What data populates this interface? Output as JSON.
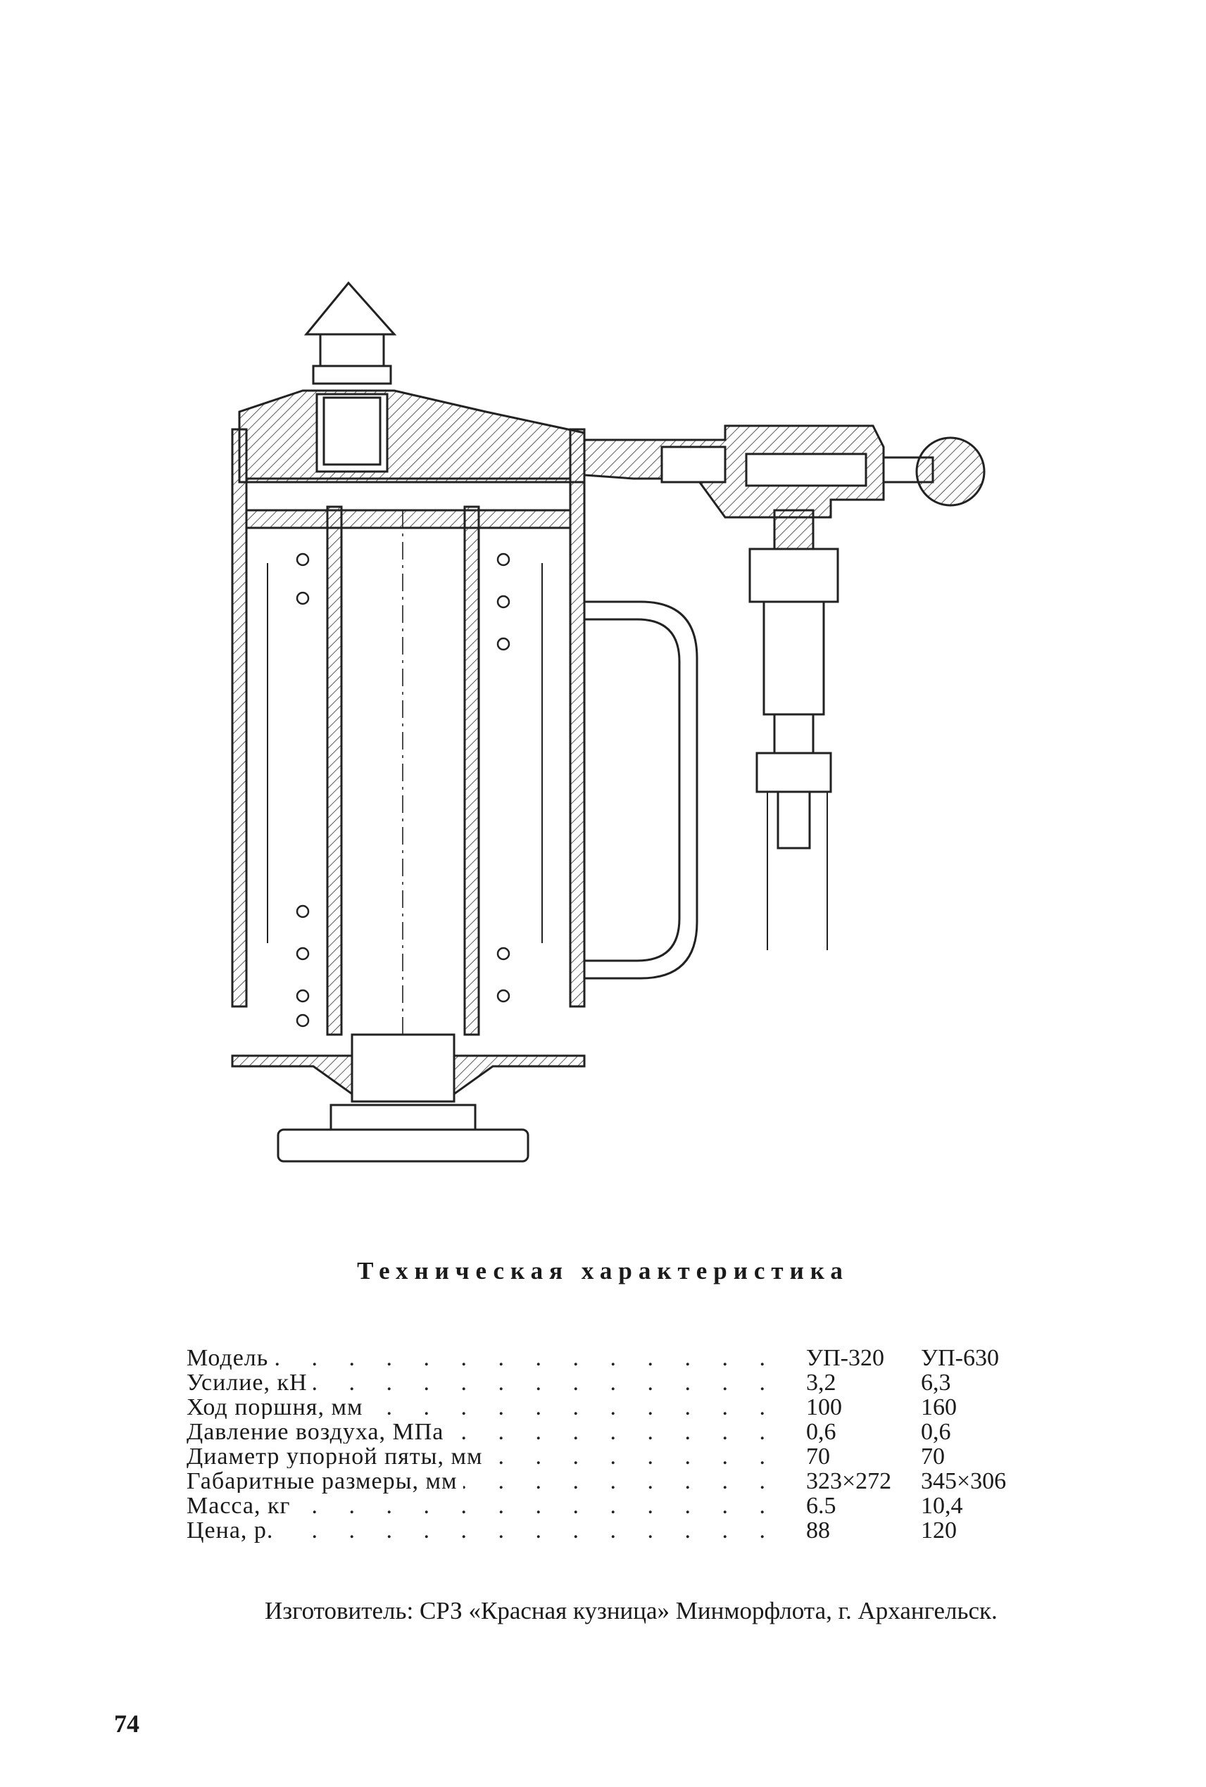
{
  "spec": {
    "title": "Техническая характеристика",
    "rows": [
      {
        "label": "Модель",
        "v1": "УП-320",
        "v2": "УП-630"
      },
      {
        "label": "Усилие, кН",
        "v1": "3,2",
        "v2": "6,3"
      },
      {
        "label": "Ход поршня, мм",
        "v1": "100",
        "v2": "160"
      },
      {
        "label": "Давление воздуха, МПа",
        "v1": "0,6",
        "v2": "0,6"
      },
      {
        "label": "Диаметр упорной пяты, мм",
        "v1": "70",
        "v2": "70"
      },
      {
        "label": "Габаритные размеры, мм",
        "v1": "323×272",
        "v2": "345×306"
      },
      {
        "label": "Масса, кг",
        "v1": "6.5",
        "v2": "10,4"
      },
      {
        "label": "Цена, р.",
        "v1": "88",
        "v2": "120"
      }
    ]
  },
  "manufacturer": "Изготовитель: СРЗ «Красная кузница» Минморфлота, г. Архангельск.",
  "page_number": "74"
}
